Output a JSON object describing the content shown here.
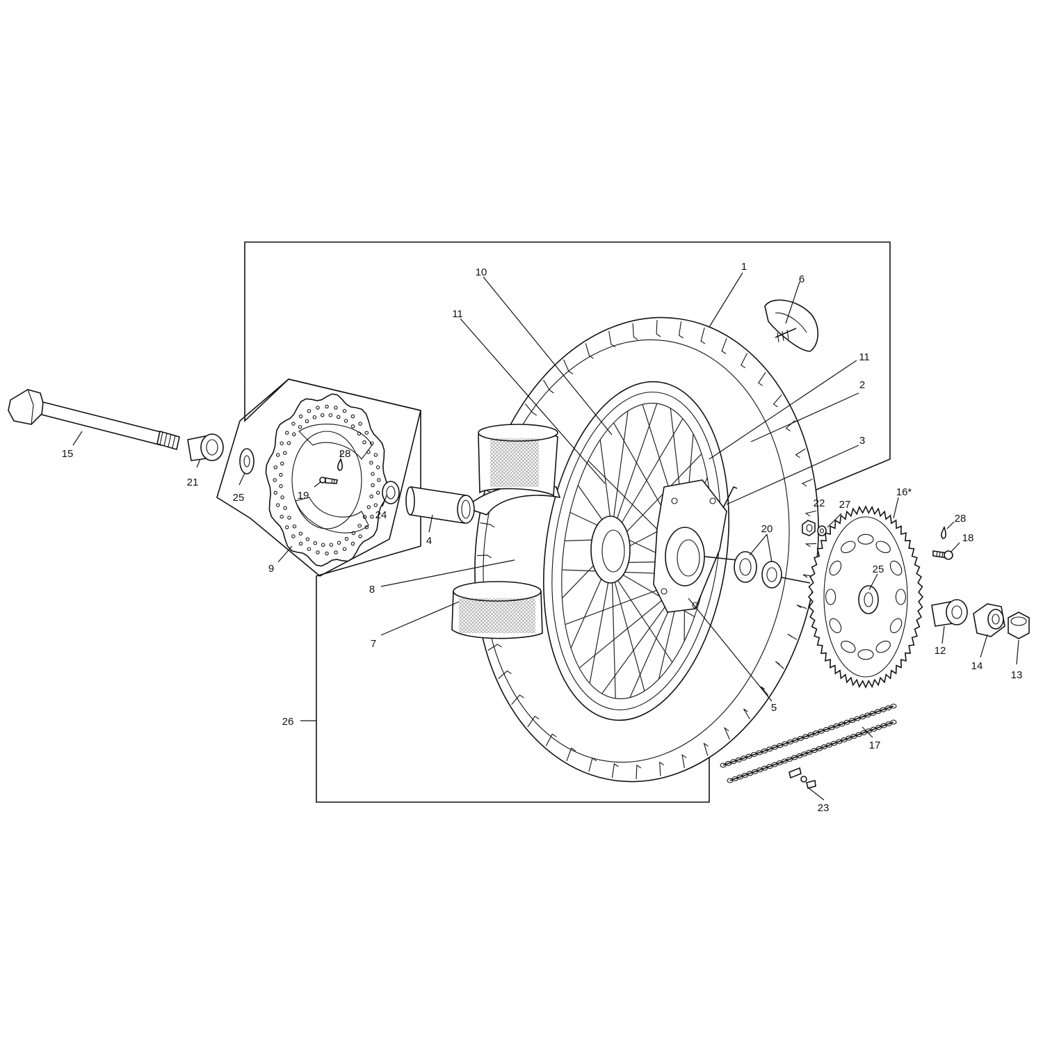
{
  "callouts": [
    {
      "label": "1"
    },
    {
      "label": "2"
    },
    {
      "label": "3"
    },
    {
      "label": "4"
    },
    {
      "label": "5"
    },
    {
      "label": "6"
    },
    {
      "label": "7"
    },
    {
      "label": "8"
    },
    {
      "label": "9"
    },
    {
      "label": "10"
    },
    {
      "label": "11"
    },
    {
      "label": "11"
    },
    {
      "label": "12"
    },
    {
      "label": "13"
    },
    {
      "label": "14"
    },
    {
      "label": "15"
    },
    {
      "label": "16*"
    },
    {
      "label": "17"
    },
    {
      "label": "18"
    },
    {
      "label": "19"
    },
    {
      "label": "20"
    },
    {
      "label": "21"
    },
    {
      "label": "22"
    },
    {
      "label": "23"
    },
    {
      "label": "24"
    },
    {
      "label": "25"
    },
    {
      "label": "25"
    },
    {
      "label": "26"
    },
    {
      "label": "27"
    },
    {
      "label": "28"
    },
    {
      "label": "28"
    }
  ],
  "colors": {
    "ink": "#111111",
    "background": "#ffffff"
  }
}
